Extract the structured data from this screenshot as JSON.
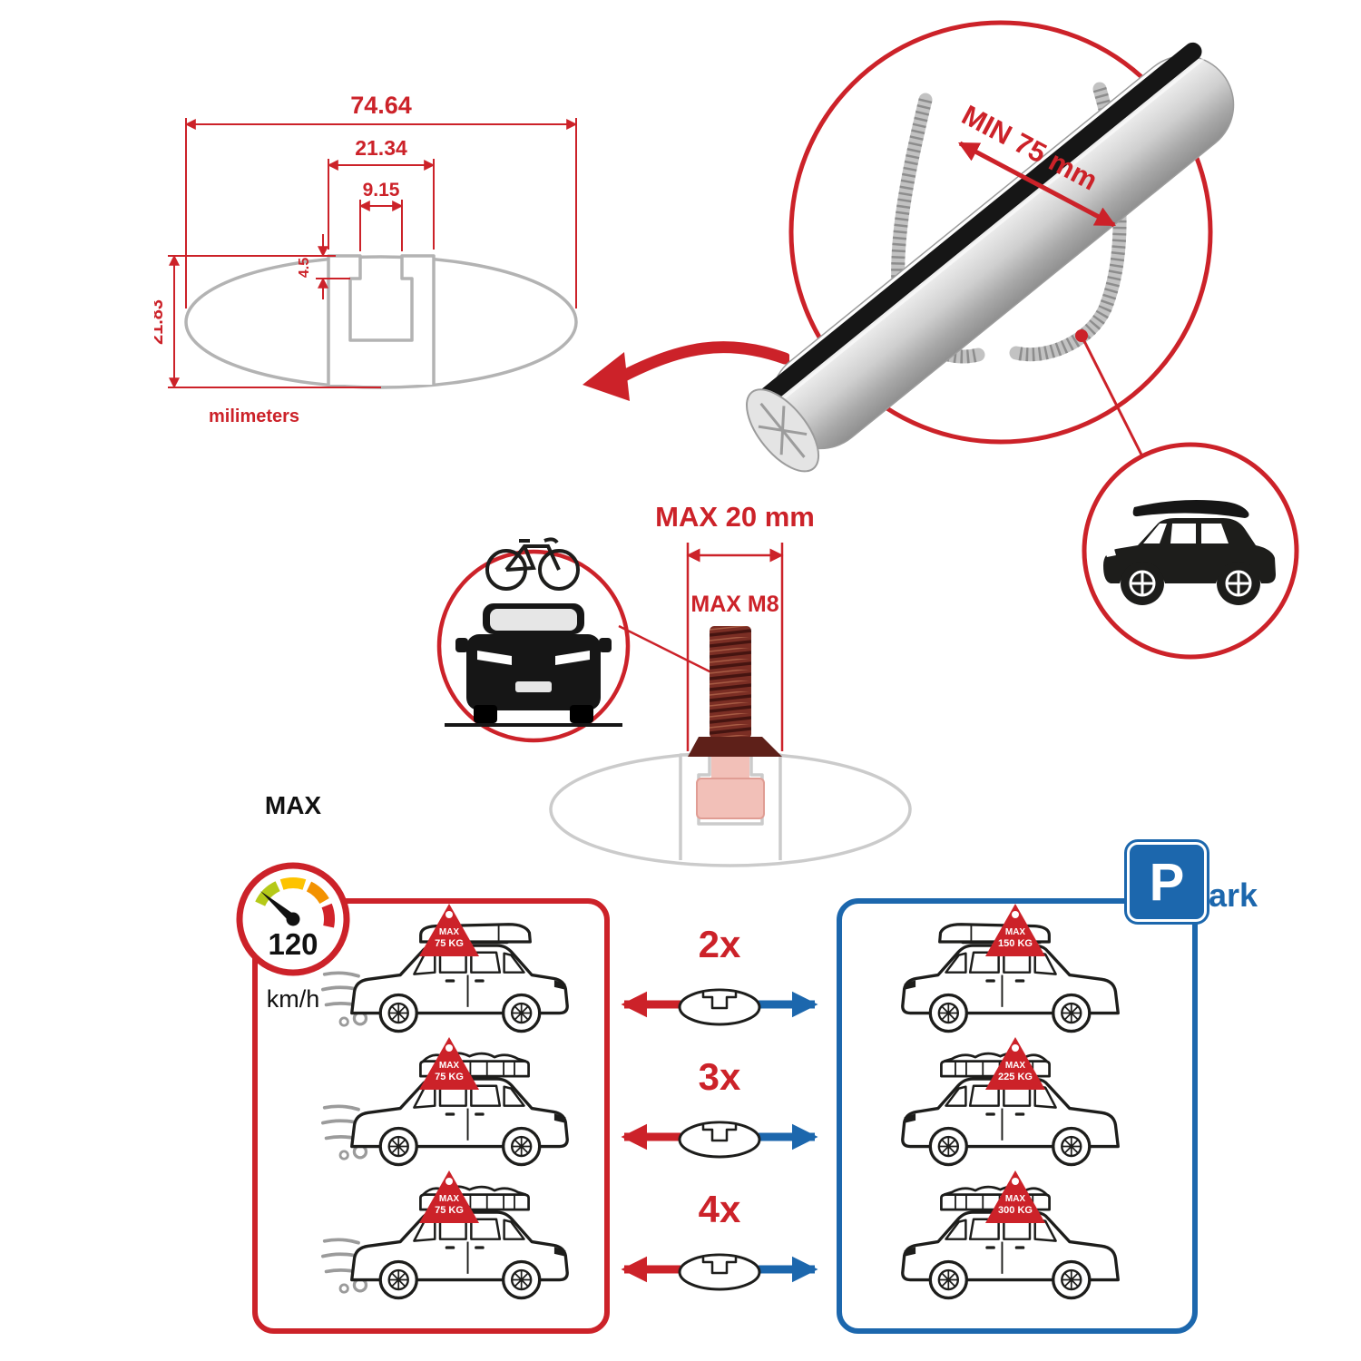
{
  "colors": {
    "accent_red": "#cc2229",
    "accent_blue": "#1c67ad",
    "line_black": "#1d1d1b",
    "line_gray": "#b3b3b3"
  },
  "profile_drawing": {
    "total_width": "74.64",
    "channel_width": "21.34",
    "slot_width": "9.15",
    "lip_depth": "4.5",
    "total_height": "21.83",
    "units": "milimeters"
  },
  "bar_detail": {
    "min_spacing_label": "MIN 75 mm"
  },
  "bolt_detail": {
    "max_width_label": "MAX 20 mm",
    "max_thread_label": "MAX M8"
  },
  "speed_limit": {
    "label": "MAX",
    "value": "120",
    "unit": "km/h"
  },
  "park_sign": {
    "letter": "P",
    "suffix": "ark"
  },
  "load_rows": [
    {
      "count": "2x",
      "moving": {
        "label": "MAX",
        "weight": "75 KG"
      },
      "parked": {
        "label": "MAX",
        "weight": "150 KG"
      }
    },
    {
      "count": "3x",
      "moving": {
        "label": "MAX",
        "weight": "75 KG"
      },
      "parked": {
        "label": "MAX",
        "weight": "225 KG"
      }
    },
    {
      "count": "4x",
      "moving": {
        "label": "MAX",
        "weight": "75 KG"
      },
      "parked": {
        "label": "MAX",
        "weight": "300 KG"
      }
    }
  ]
}
